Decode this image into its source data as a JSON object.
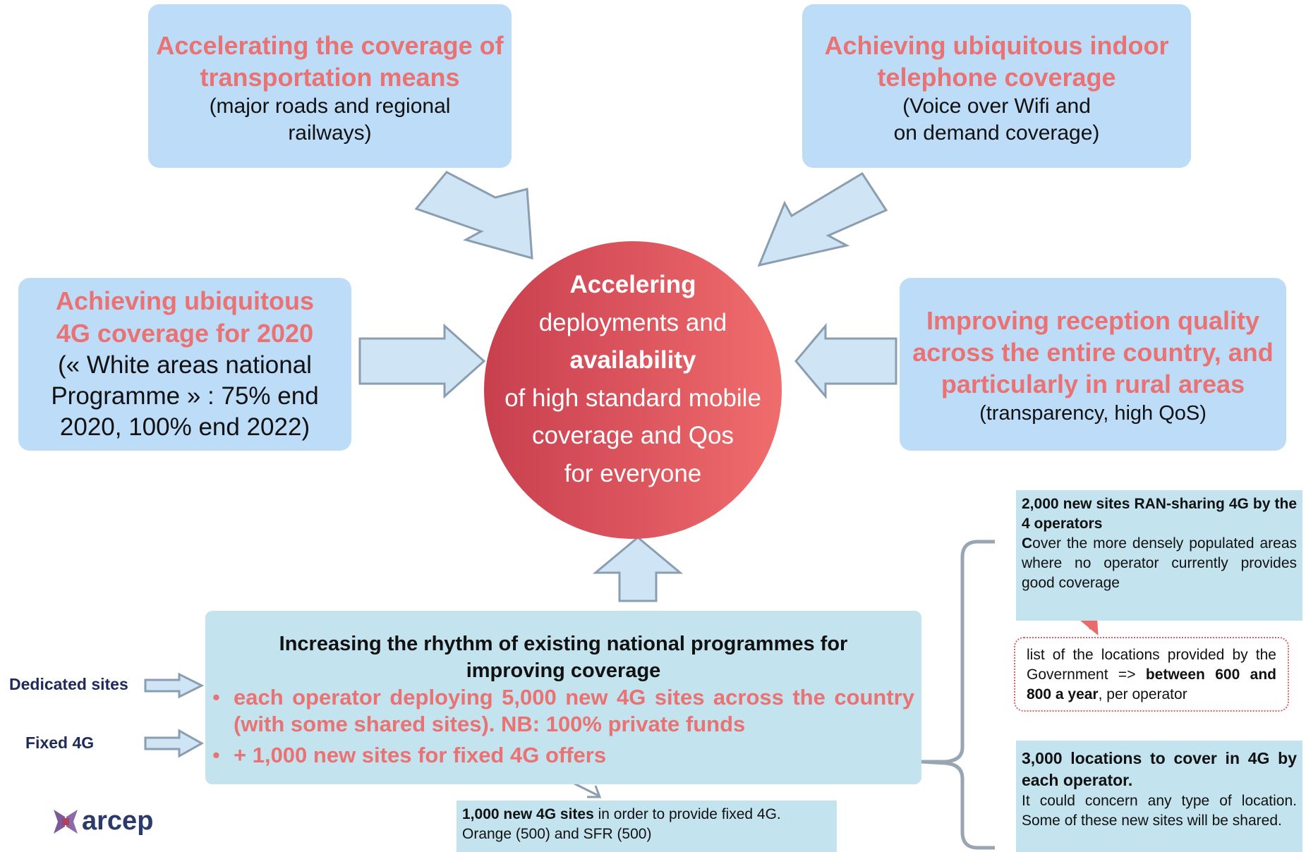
{
  "top_left": {
    "title": "Accelerating the coverage of transportation means",
    "subtitle": "(major roads and regional railways)"
  },
  "top_right": {
    "title": "Achieving ubiquitous indoor telephone coverage",
    "subtitle_line1": "(Voice over Wifi and",
    "subtitle_line2": "on demand coverage)"
  },
  "mid_left": {
    "title": "Achieving ubiquitous 4G coverage for 2020",
    "subtitle": "(« White areas national Programme » : 75% end 2020, 100% end 2022)"
  },
  "mid_right": {
    "title": "Improving reception quality across the entire country, and particularly in rural areas",
    "subtitle": "(transparency, high QoS)"
  },
  "center": {
    "bold1": "Accelering",
    "line2": "deployments and",
    "bold3": "availability",
    "line4": "of high standard mobile",
    "line5": "coverage and Qos",
    "line6": "for everyone"
  },
  "bottom": {
    "title": "Increasing the rhythm of existing national programmes for improving coverage",
    "bullet1_marker": "•",
    "bullet1": "each operator deploying 5,000 new 4G sites across the country (with some shared sites). NB: 100% private funds",
    "bullet2_marker": "•",
    "bullet2": "+ 1,000 new sites for fixed 4G offers"
  },
  "labels": {
    "dedicated": "Dedicated sites",
    "fixed": "Fixed 4G"
  },
  "fixed_note": {
    "bold": "1,000 new 4G sites",
    "text": " in order to  provide fixed 4G. Orange (500) and SFR (500)"
  },
  "ran_note": {
    "bold": "2,000 new sites RAN-sharing 4G by the 4 operators",
    "c": "C",
    "text": "over the more densely populated areas where no operator currently provides good coverage"
  },
  "gov_note": {
    "text": "list of the locations provided by the Government => ",
    "bold": "between 600 and 800 a year",
    "tail": ", per operator"
  },
  "loc_note": {
    "bold": "3,000 locations to cover in 4G by each operator.",
    "text": "It could concern any type of location. Some of these new sites will be shared."
  },
  "logo": {
    "text": "arcep"
  },
  "colors": {
    "title_red": "#ea7272",
    "box_blue": "#bcdcf8",
    "box_teal": "#c3e3ee",
    "circle_dark": "#c8404e",
    "circle_light": "#f06d6d"
  }
}
